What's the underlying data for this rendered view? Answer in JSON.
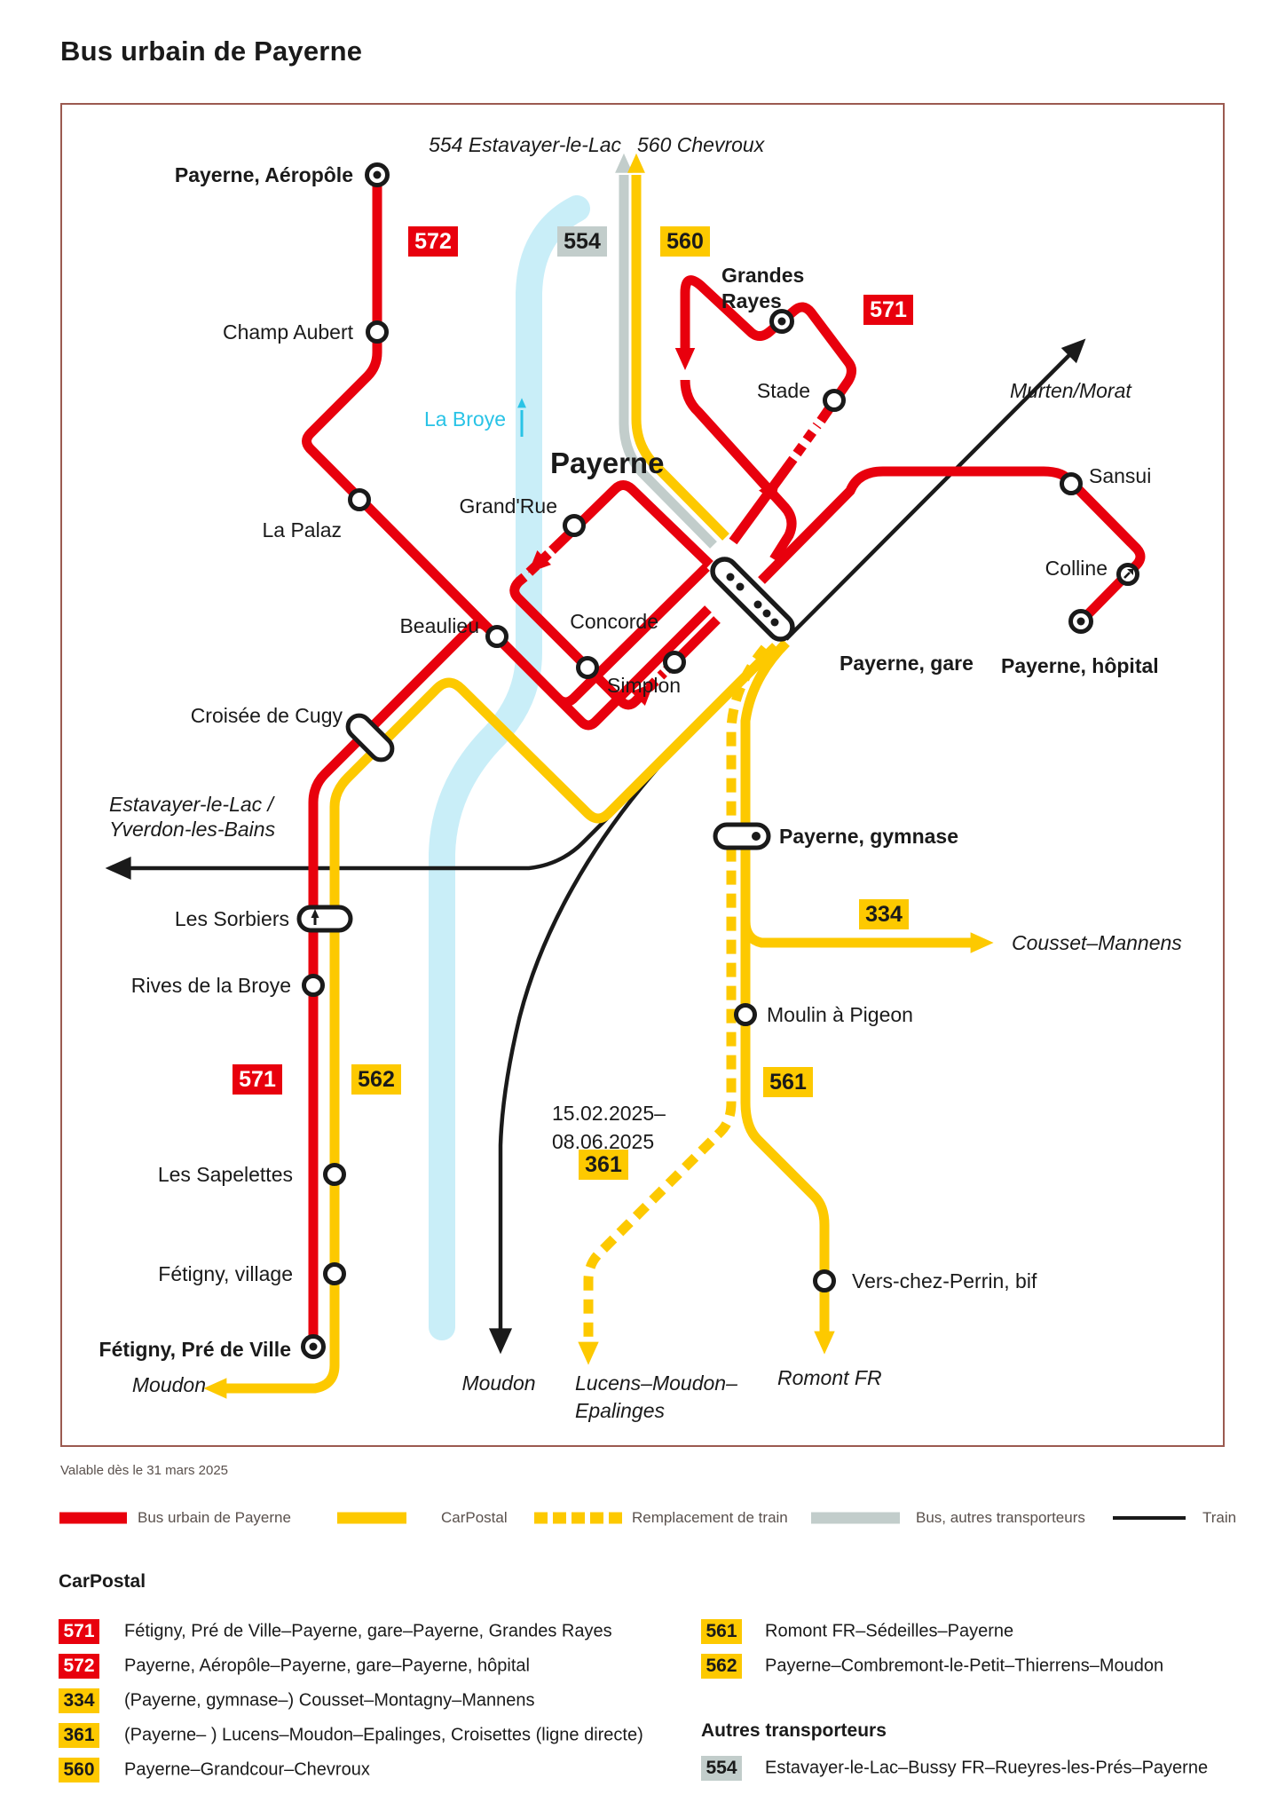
{
  "title": "Bus urbain de Payerne",
  "validity": "Valable dès le 31 mars 2025",
  "colors": {
    "red": "#e8000d",
    "yellow": "#fdc900",
    "gray": "#c2cdcb",
    "train": "#1a1a1a",
    "river": "#c9eef8",
    "cyan": "#29c3e6",
    "frame": "#9b5a50"
  },
  "map": {
    "top554": "554 Estavayer-le-Lac",
    "top560": "560 Chevroux",
    "city": "Payerne",
    "river_label": "La Broye",
    "note_361_1": "15.02.2025–",
    "note_361_2": "08.06.2025",
    "stations": {
      "aeropole": "Payerne, Aéropôle",
      "champ_aubert": "Champ Aubert",
      "la_palaz": "La Palaz",
      "grandes_rayes_1": "Grandes",
      "grandes_rayes_2": "Rayes",
      "stade": "Stade",
      "grand_rue": "Grand'Rue",
      "concorde": "Concorde",
      "simplon": "Simplon",
      "beaulieu": "Beaulieu",
      "gare": "Payerne, gare",
      "sansui": "Sansui",
      "colline": "Colline",
      "hopital": "Payerne, hôpital",
      "croisee": "Croisée de Cugy",
      "sorbiers": "Les Sorbiers",
      "rives": "Rives de la Broye",
      "sapelettes": "Les Sapelettes",
      "village": "Fétigny, village",
      "pre_de_ville": "Fétigny, Pré de Ville",
      "gymnase": "Payerne, gymnase",
      "moulin": "Moulin à Pigeon",
      "perrin": "Vers-chez-Perrin, bif"
    },
    "destinations": {
      "murten": "Murten/Morat",
      "estavayer_1": "Estavayer-le-Lac /",
      "estavayer_2": "Yverdon-les-Bains",
      "moudon_train": "Moudon",
      "moudon_post": "Moudon",
      "lucens_1": "Lucens–Moudon–",
      "lucens_2": "Epalinges",
      "romont": "Romont FR",
      "cousset": "Cousset–Mannens"
    },
    "badges": {
      "b572": "572",
      "b554": "554",
      "b560": "560",
      "b571": "571",
      "b334": "334",
      "b571w": "571",
      "b562w": "562",
      "b561": "561",
      "b361": "361"
    }
  },
  "legend": {
    "bus_urbain": "Bus urbain de Payerne",
    "carpostal": "CarPostal",
    "remplacement": "Remplacement de train",
    "autres": "Bus, autres transporteurs",
    "train": "Train"
  },
  "routes": {
    "carpostal_heading": "CarPostal",
    "autres_heading": "Autres transporteurs",
    "left": [
      {
        "num": "571",
        "desc": "Fétigny, Pré de Ville–Payerne, gare–Payerne, Grandes Rayes"
      },
      {
        "num": "572",
        "desc": "Payerne, Aéropôle–Payerne, gare–Payerne, hôpital"
      },
      {
        "num": "334",
        "desc": "(Payerne, gymnase–) Cousset–Montagny–Mannens"
      },
      {
        "num": "361",
        "desc": "(Payerne– ) Lucens–Moudon–Epalinges, Croisettes (ligne directe)"
      },
      {
        "num": "560",
        "desc": "Payerne–Grandcour–Chevroux"
      }
    ],
    "right": [
      {
        "num": "561",
        "desc": "Romont FR–Sédeilles–Payerne"
      },
      {
        "num": "562",
        "desc": "Payerne–Combremont-le-Petit–Thierrens–Moudon"
      },
      {
        "num": "554",
        "desc": "Estavayer-le-Lac–Bussy FR–Rueyres-les-Prés–Payerne"
      }
    ]
  }
}
